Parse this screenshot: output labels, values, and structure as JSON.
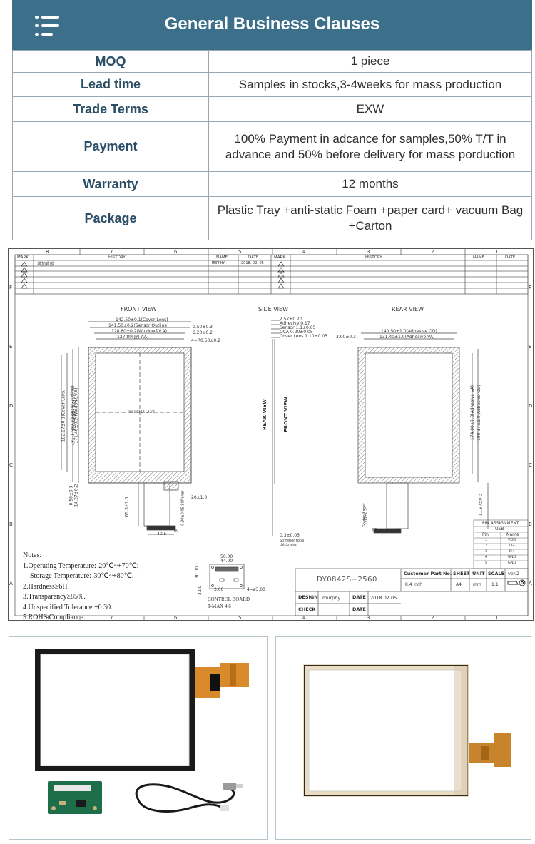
{
  "header": {
    "title": "General Business Clauses",
    "menu_icon": "hamburger-menu-icon"
  },
  "clauses": [
    {
      "label": "MOQ",
      "value": "1 piece"
    },
    {
      "label": "Lead time",
      "value": "Samples in stocks,3-4weeks for mass production"
    },
    {
      "label": "Trade Terms",
      "value": "EXW"
    },
    {
      "label": "Payment",
      "value": "100% Payment in adcance for samples,50% T/T in advance and 50%  before delivery for mass porduction"
    },
    {
      "label": "Warranty",
      "value": "12 months"
    },
    {
      "label": "Package",
      "value": "Plastic Tray +anti-static Foam +paper card+ vacuum Bag +Carton"
    }
  ],
  "drawing": {
    "col_numbers": [
      "8",
      "7",
      "6",
      "5",
      "4",
      "3",
      "2",
      "1"
    ],
    "row_letters": [
      "F",
      "E",
      "D",
      "C",
      "B",
      "A"
    ],
    "history": {
      "mark": "MARK",
      "history": "HISTORY",
      "name": "NAME",
      "date": "DATE",
      "entry_text": "增加背胶",
      "entry_name": "MURPHY",
      "entry_date": "2018. 02. 05"
    },
    "views": {
      "front": "FRONT VIEW",
      "side": "SIDE VIEW",
      "rear": "REAR VIEW",
      "rear_vertical": "REAR VIEW",
      "front_vertical": "FRONT VIEW"
    },
    "front_dims": [
      "142.50±0.1(Cover Lens)",
      "141.50±0.2(Sensor Outline)",
      "128.80±0.2(Window&V.A)",
      "127.80(@) AA)",
      "0.50±0.3",
      "6.20±0.2",
      "4−R0.50±0.2"
    ],
    "front_vert_dims": [
      "182.17±0.1(Cover Lens)",
      "181.17±0.2(Sensor Outline)",
      "171.40±0.2(Window&V.A)",
      "170.40(@) AA)"
    ],
    "front_bottom_dims": [
      "0.50±0.3",
      "14.27±0.2",
      "65.3±1.0",
      "20±1.0",
      "40.5",
      "80",
      "0.30±0.05 Stiffener"
    ],
    "window_label": "WINDOW",
    "side_dims": [
      "2.57±0.20",
      "Adhesive 0.17",
      "Sensor 1.1±0.05",
      "OCA 0.20±0.05",
      "Cover Lens 1.10±0.05",
      "0.3±0.05",
      "Stiffener total",
      "thickness"
    ],
    "rear_dims": [
      "140.50±1.0(Adhesive OD)",
      "131.40±1.0(Adhesive VA)",
      "3.90±0.3",
      "174.00±1.0(Adhesive VA)",
      "190.17±1.0(Adhesive OD)",
      "11.97±0.3",
      "Golden finger",
      "1.00±0.2",
      "80",
      "1"
    ],
    "pin_table": {
      "title": "PIN ASSIGNMENT",
      "sub": "USB",
      "pin": "Pin",
      "name": "Name",
      "rows": [
        [
          "1",
          "VDD"
        ],
        [
          "2",
          "D−"
        ],
        [
          "3",
          "D+"
        ],
        [
          "4",
          "GND"
        ],
        [
          "5",
          "GND"
        ]
      ]
    },
    "notes": [
      "Notes:",
      "1.Operating Temperature:-20℃~+70℃;",
      "  Storage Temperature:-30℃~+80℃.",
      "2.Hardness≥6H.",
      "3.Transparency≥85%.",
      "4.Unspecified Tolerance:±0.30.",
      "5.ROHS Compliance."
    ],
    "board": {
      "w1": "50.00",
      "w2": "44.00",
      "h1": "30.00",
      "h2": "3.00",
      "hole": "3.00",
      "hole_label": "4−ø3.00",
      "title": "CONTROL BOARD",
      "model": "T-MAX 4.6"
    },
    "title_block": {
      "part": "DY0842S−2560",
      "customer_label": "Customer Part No.",
      "sheet_label": "SHEET",
      "unit_label": "UNIT",
      "scale_label": "SCALE",
      "ver": "ver.2",
      "size": "8.4  inch",
      "sheet": "A4",
      "unit": "mm",
      "scale": "1:1",
      "design_label": "DESIGN",
      "designer": "murphy",
      "date_label": "DATE",
      "date": "2018.02.05",
      "check_label": "CHECK",
      "check_date_label": "DATE"
    }
  },
  "colors": {
    "header_bg": "#3b6f8a",
    "label_text": "#2b4e66",
    "border": "#9aa6b0"
  }
}
